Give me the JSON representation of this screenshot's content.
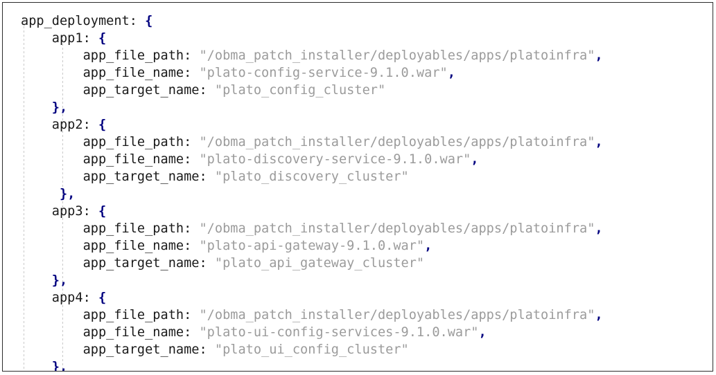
{
  "editor": {
    "language": "json",
    "root_key": "app_deployment",
    "indent_guides": 2,
    "colors": {
      "background": "#ffffff",
      "border": "#2b2b2b",
      "key": "#1a1a1a",
      "punctuation": "#00007f",
      "string_value": "#9b9b9b",
      "indent_guide": "#c9c9c9"
    }
  },
  "code": {
    "lines": [
      {
        "indent": 0,
        "key": "app_deployment",
        "sep": ": ",
        "punct": "{"
      },
      {
        "indent": 1,
        "key": "app1",
        "sep": ": ",
        "punct": "{"
      },
      {
        "indent": 2,
        "key": "app_file_path",
        "sep": ": ",
        "value": "\"/obma_patch_installer/deployables/apps/platoinfra\"",
        "punct": ","
      },
      {
        "indent": 2,
        "key": "app_file_name",
        "sep": ": ",
        "value": "\"plato-config-service-9.1.0.war\"",
        "punct": ","
      },
      {
        "indent": 2,
        "key": "app_target_name",
        "sep": ": ",
        "value": "\"plato_config_cluster\"",
        "punct": ""
      },
      {
        "indent": 1,
        "key": "",
        "sep": "",
        "punct": "},"
      },
      {
        "indent": 1,
        "key": "app2",
        "sep": ": ",
        "punct": "{"
      },
      {
        "indent": 2,
        "key": "app_file_path",
        "sep": ": ",
        "value": "\"/obma_patch_installer/deployables/apps/platoinfra\"",
        "punct": ","
      },
      {
        "indent": 2,
        "key": "app_file_name",
        "sep": ": ",
        "value": "\"plato-discovery-service-9.1.0.war\"",
        "punct": ","
      },
      {
        "indent": 2,
        "key": "app_target_name",
        "sep": ": ",
        "value": "\"plato_discovery_cluster\"",
        "punct": ""
      },
      {
        "indent": 1,
        "key": "",
        "sep": "",
        "punct": " },"
      },
      {
        "indent": 1,
        "key": "app3",
        "sep": ": ",
        "punct": "{"
      },
      {
        "indent": 2,
        "key": "app_file_path",
        "sep": ": ",
        "value": "\"/obma_patch_installer/deployables/apps/platoinfra\"",
        "punct": ","
      },
      {
        "indent": 2,
        "key": "app_file_name",
        "sep": ": ",
        "value": "\"plato-api-gateway-9.1.0.war\"",
        "punct": ","
      },
      {
        "indent": 2,
        "key": "app_target_name",
        "sep": ": ",
        "value": "\"plato_api_gateway_cluster\"",
        "punct": ""
      },
      {
        "indent": 1,
        "key": "",
        "sep": "",
        "punct": "},"
      },
      {
        "indent": 1,
        "key": "app4",
        "sep": ": ",
        "punct": "{"
      },
      {
        "indent": 2,
        "key": "app_file_path",
        "sep": ": ",
        "value": "\"/obma_patch_installer/deployables/apps/platoinfra\"",
        "punct": ","
      },
      {
        "indent": 2,
        "key": "app_file_name",
        "sep": ": ",
        "value": "\"plato-ui-config-services-9.1.0.war\"",
        "punct": ","
      },
      {
        "indent": 2,
        "key": "app_target_name",
        "sep": ": ",
        "value": "\"plato_ui_config_cluster\"",
        "punct": ""
      },
      {
        "indent": 1,
        "key": "",
        "sep": "",
        "punct": "},"
      }
    ],
    "indent_unit": "    "
  }
}
